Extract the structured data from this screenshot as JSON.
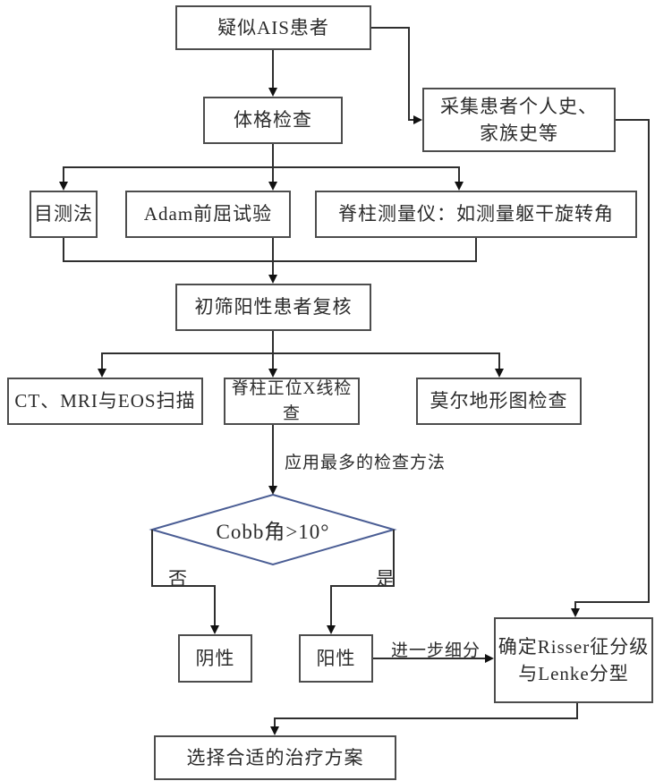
{
  "flowchart": {
    "nodes": {
      "suspected": {
        "label": "疑似AIS患者"
      },
      "physical_exam": {
        "label": "体格检查"
      },
      "history": {
        "line1": "采集患者个人史、",
        "line2": "家族史等"
      },
      "visual": {
        "label": "目测法"
      },
      "adam": {
        "label": "Adam前屈试验"
      },
      "scoliometer": {
        "label": "脊柱测量仪：如测量躯干旋转角"
      },
      "recheck": {
        "label": "初筛阳性患者复核"
      },
      "ct_mri_eos": {
        "label": "CT、MRI与EOS扫描"
      },
      "xray": {
        "label": "脊柱正位X线检查"
      },
      "moire": {
        "label": "莫尔地形图检查"
      },
      "cobb_decision": {
        "label": "Cobb角>10°"
      },
      "negative": {
        "label": "阴性"
      },
      "positive": {
        "label": "阳性"
      },
      "risser_lenke": {
        "line1": "确定Risser征分级",
        "line2": "与Lenke分型"
      },
      "treatment": {
        "label": "选择合适的治疗方案"
      }
    },
    "edge_labels": {
      "most_used": "应用最多的检查方法",
      "no": "否",
      "yes": "是",
      "further": "进一步细分"
    },
    "edges": [
      {
        "from": "suspected",
        "to": "physical_exam"
      },
      {
        "from": "suspected",
        "to": "history"
      },
      {
        "from": "physical_exam",
        "to": "visual"
      },
      {
        "from": "physical_exam",
        "to": "adam"
      },
      {
        "from": "physical_exam",
        "to": "scoliometer"
      },
      {
        "from": "visual",
        "to": "recheck"
      },
      {
        "from": "adam",
        "to": "recheck"
      },
      {
        "from": "scoliometer",
        "to": "recheck"
      },
      {
        "from": "recheck",
        "to": "ct_mri_eos"
      },
      {
        "from": "recheck",
        "to": "xray"
      },
      {
        "from": "recheck",
        "to": "moire"
      },
      {
        "from": "xray",
        "to": "cobb_decision",
        "label": "most_used"
      },
      {
        "from": "cobb_decision",
        "to": "negative",
        "label": "no"
      },
      {
        "from": "cobb_decision",
        "to": "positive",
        "label": "yes"
      },
      {
        "from": "positive",
        "to": "risser_lenke",
        "label": "further"
      },
      {
        "from": "history",
        "to": "risser_lenke"
      },
      {
        "from": "risser_lenke",
        "to": "treatment"
      }
    ],
    "colors": {
      "background": "#ffffff",
      "box_border": "#4d4d4d",
      "line": "#2f2f2f",
      "arrow": "#111111",
      "diamond_border": "#4a5d94",
      "text": "#2b2b2b"
    }
  }
}
